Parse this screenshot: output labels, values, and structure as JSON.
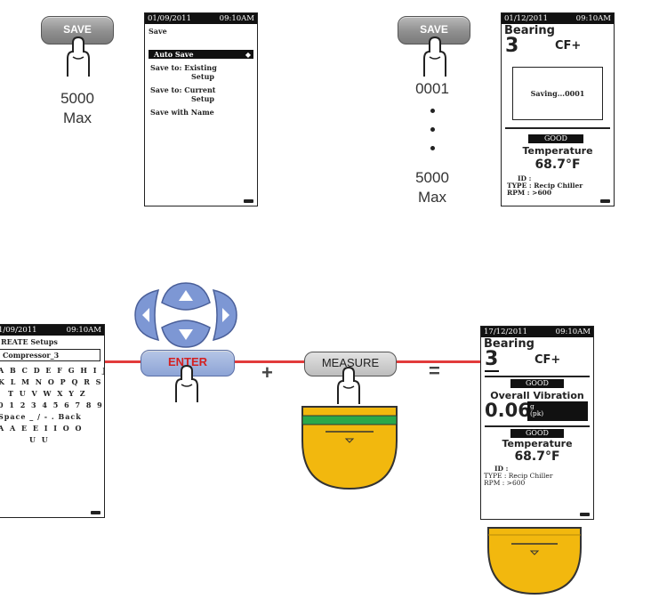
{
  "top_left": {
    "button_label": "SAVE",
    "caption_line1": "5000",
    "caption_line2": "Max",
    "screen": {
      "header_date": "01/09/2011",
      "header_time": "09:10AM",
      "title": "Save",
      "items": [
        "Auto Save",
        "Save to: Existing",
        "Setup",
        "Save to: Current",
        "Setup",
        "Save with Name"
      ]
    }
  },
  "top_right": {
    "button_label": "SAVE",
    "caption_start": "0001",
    "caption_end_line1": "5000",
    "caption_end_line2": "Max",
    "screen": {
      "header_date": "01/12/2011",
      "header_time": "09:10AM",
      "title": "Bearing",
      "number": "3",
      "cf": "CF+",
      "dialog": "Saving...0001",
      "status": "GOOD",
      "temp_label": "Temperature",
      "temp_value": "68.7°F",
      "id_label": "ID :",
      "type_label": "TYPE : Recip Chiller",
      "rpm_label": "RPM : >600"
    }
  },
  "bottom_left_screen": {
    "header_date": "1/09/2011",
    "header_time": "09:10AM",
    "title": "REATE Setups",
    "input_value": "Compressor_3",
    "rows": [
      "A B C D E F G H I J",
      "K L M N O P Q R S",
      "T U V W X Y Z",
      "0 1 2 3 4 5 6 7 8 9",
      "Space _ / - . Back",
      "A A E E I I O O",
      "U U"
    ]
  },
  "bottom_middle": {
    "enter_label": "ENTER",
    "plus": "+",
    "measure_label": "MEASURE",
    "equals": "="
  },
  "bottom_right_screen": {
    "header_date": "17/12/2011",
    "header_time": "09:10AM",
    "title": "Bearing",
    "number": "3",
    "cf": "CF+",
    "status1": "GOOD",
    "vib_label": "Overall Vibration",
    "vib_value": "0.06",
    "vib_unit1": "g",
    "vib_unit2": "(pk)",
    "status2": "GOOD",
    "temp_label": "Temperature",
    "temp_value": "68.7°F",
    "id_label": "ID :",
    "type_label": "TYPE : Recip Chiller",
    "rpm_label": "RPM : >600"
  },
  "colors": {
    "connector": "#e23b3b",
    "sensor_yellow": "#f2b80e",
    "sensor_green": "#2aa84a",
    "nav_blue": "#7d97d4"
  }
}
